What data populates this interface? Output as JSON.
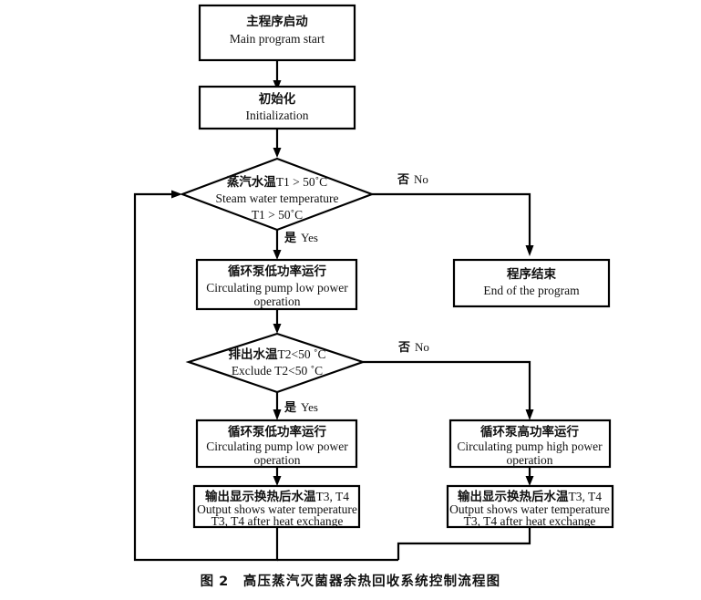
{
  "figure": {
    "caption_number": "图 2",
    "caption_title": "高压蒸汽灭菌器余热回收系统控制流程图",
    "type": "flowchart",
    "background_color": "#ffffff",
    "line_color": "#000000",
    "text_color": "#111111"
  },
  "nodes": {
    "start": {
      "shape": "rectangle",
      "cn": "主程序启动",
      "en": "Main program start"
    },
    "init": {
      "shape": "rectangle",
      "cn": "初始化",
      "en": "Initialization"
    },
    "decision_t1": {
      "shape": "diamond",
      "line1_cn": "蒸汽水温",
      "line1_en": "T1 > 50˚C",
      "line2_en": "Steam water temperature",
      "line3_en": "T1 > 50˚C"
    },
    "pump_low_1": {
      "shape": "rectangle",
      "cn": "循环泵低功率运行",
      "en_line1": "Circulating pump low power",
      "en_line2": "operation"
    },
    "end_program": {
      "shape": "rectangle",
      "cn": "程序结束",
      "en": "End of the program"
    },
    "decision_t2": {
      "shape": "diamond",
      "line1_cn": "排出水温",
      "line1_en": "T2<50 ˚C",
      "line2_en": "Exclude T2<50 ˚C"
    },
    "pump_low_2": {
      "shape": "rectangle",
      "cn": "循环泵低功率运行",
      "en_line1": "Circulating pump low power",
      "en_line2": "operation"
    },
    "pump_high": {
      "shape": "rectangle",
      "cn": "循环泵高功率运行",
      "en_line1": "Circulating pump high power",
      "en_line2": "operation"
    },
    "output_left": {
      "shape": "rectangle",
      "cn": "输出显示换热后水温",
      "cn_suffix": "T3, T4",
      "en_line1": "Output shows water temperature",
      "en_line2": "T3, T4 after heat exchange"
    },
    "output_right": {
      "shape": "rectangle",
      "cn": "输出显示换热后水温",
      "cn_suffix": "T3, T4",
      "en_line1": "Output shows water temperature",
      "en_line2": "T3, T4 after heat exchange"
    }
  },
  "edge_labels": {
    "t1_no_cn": "否",
    "t1_no_en": "No",
    "t1_yes_cn": "是",
    "t1_yes_en": "Yes",
    "t2_no_cn": "否",
    "t2_no_en": "No",
    "t2_yes_cn": "是",
    "t2_yes_en": "Yes"
  },
  "edges": [
    {
      "from": "start",
      "to": "init",
      "label": ""
    },
    {
      "from": "init",
      "to": "decision_t1",
      "label": ""
    },
    {
      "from": "decision_t1",
      "to": "pump_low_1",
      "label": "是 Yes"
    },
    {
      "from": "decision_t1",
      "to": "end_program",
      "label": "否 No"
    },
    {
      "from": "pump_low_1",
      "to": "decision_t2",
      "label": ""
    },
    {
      "from": "decision_t2",
      "to": "pump_low_2",
      "label": "是 Yes"
    },
    {
      "from": "decision_t2",
      "to": "pump_high",
      "label": "否 No"
    },
    {
      "from": "pump_low_2",
      "to": "output_left",
      "label": ""
    },
    {
      "from": "pump_high",
      "to": "output_right",
      "label": ""
    },
    {
      "from": "output_left",
      "to": "decision_t1",
      "label": ""
    },
    {
      "from": "output_right",
      "to": "decision_t1",
      "label": ""
    }
  ]
}
